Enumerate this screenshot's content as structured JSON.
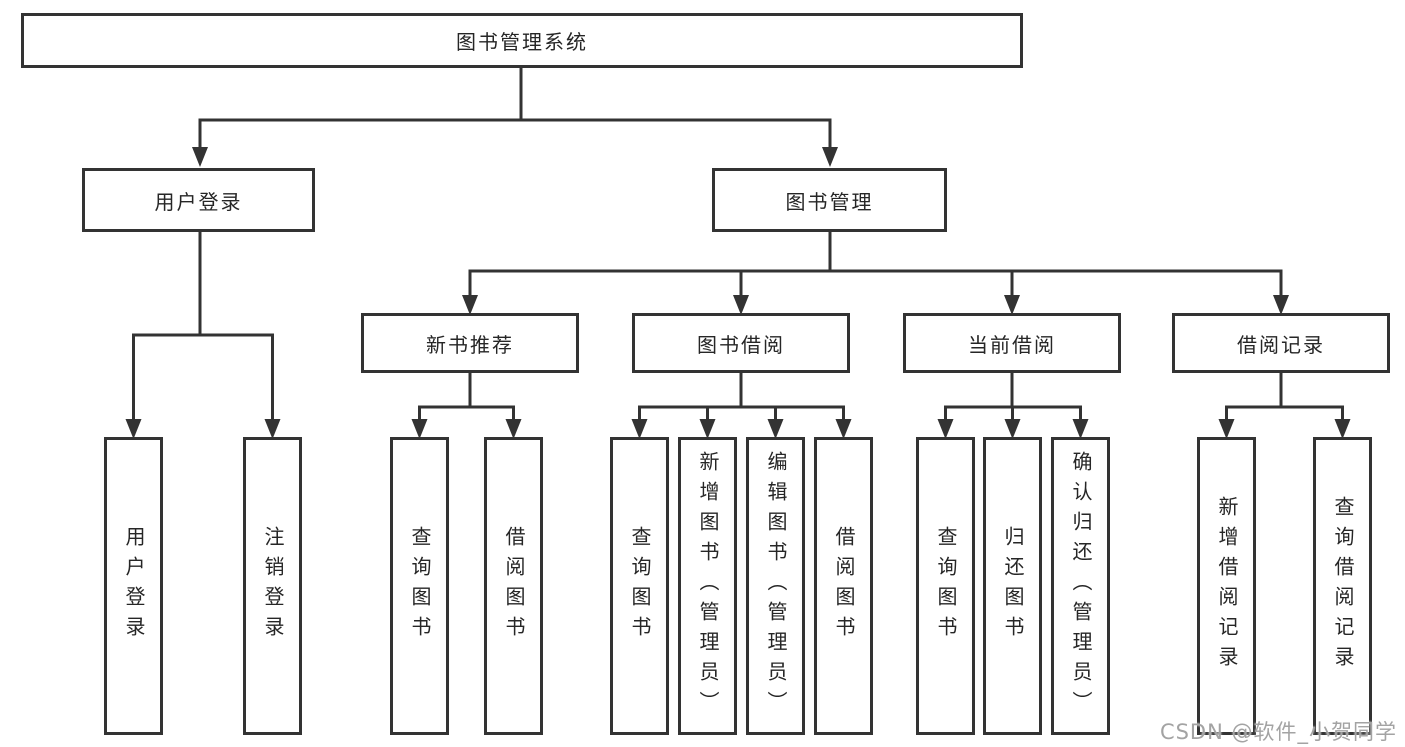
{
  "title": "图书管理系统",
  "user_login": {
    "label": "用户登录",
    "children": [
      "用户登录",
      "注销登录"
    ]
  },
  "book_management": {
    "label": "图书管理",
    "sections": [
      {
        "label": "新书推荐",
        "children": [
          "查询图书",
          "借阅图书"
        ]
      },
      {
        "label": "图书借阅",
        "children": [
          "查询图书",
          "新增图书（管理员）",
          "编辑图书（管理员）",
          "借阅图书"
        ]
      },
      {
        "label": "当前借阅",
        "children": [
          "查询图书",
          "归还图书",
          "确认归还（管理员）"
        ]
      },
      {
        "label": "借阅记录",
        "children": [
          "新增借阅记录",
          "查询借阅记录"
        ]
      }
    ]
  },
  "watermark": "CSDN @软件_小贺同学",
  "colors": {
    "line": "#333333",
    "box_border": "#333333",
    "text": "#262626",
    "watermark": "#a3a3a3",
    "background": "#ffffff"
  }
}
